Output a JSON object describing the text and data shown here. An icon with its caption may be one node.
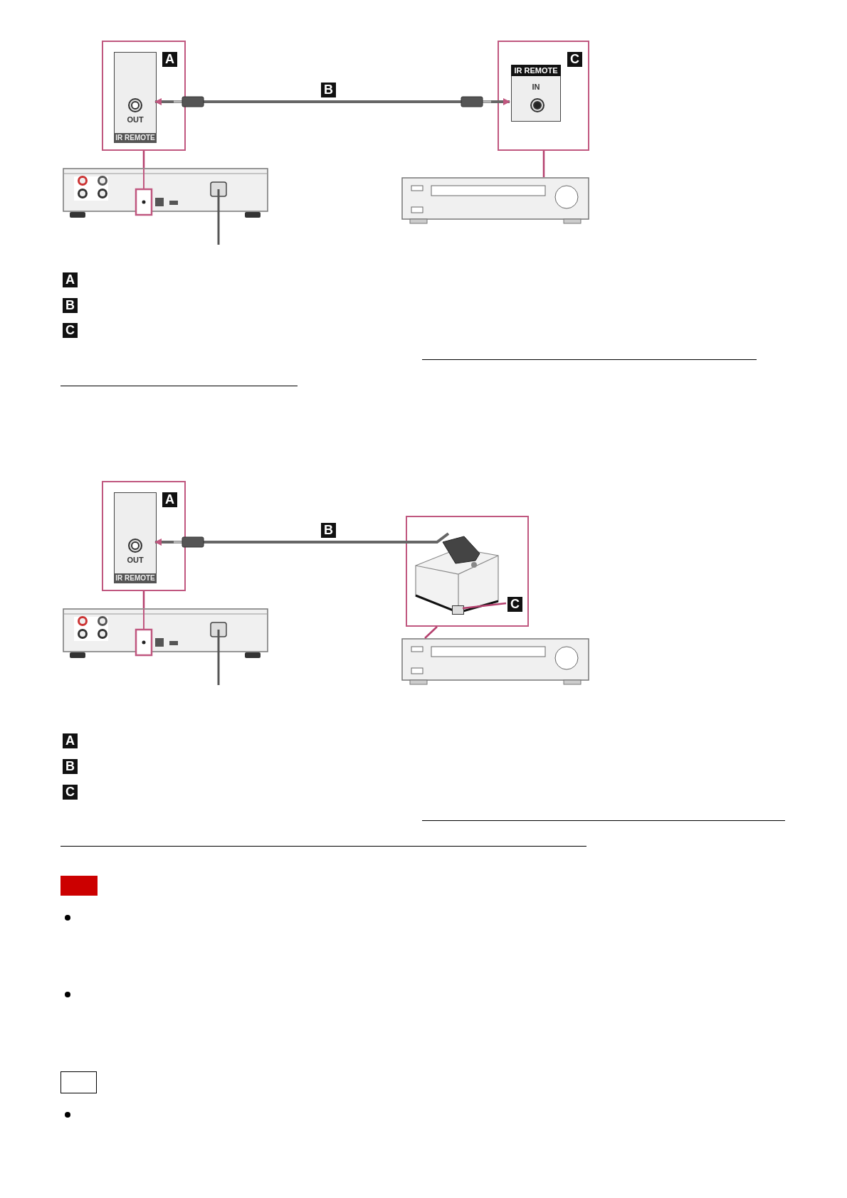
{
  "diagram": {
    "nodes": [
      {
        "text": [],
        "shape": "box"
      },
      {
        "text": [
          "A"
        ],
        "in": 0
      },
      {
        "text": [
          "OUT",
          "IR REMOTE"
        ],
        "in": 0
      },
      {
        "text": [],
        "shape": "box"
      },
      {
        "text": [],
        "shape": "box"
      },
      {
        "text": [
          "C"
        ],
        "in": 4
      },
      {
        "text": [
          "IR REMOTE",
          "IN"
        ],
        "in": 4
      },
      {
        "text": [],
        "shape": "box"
      },
      {
        "text": [],
        "shape": "box"
      },
      {
        "text": [
          "A"
        ],
        "in": 8
      },
      {
        "text": [
          "OUT",
          "IR REMOTE"
        ],
        "in": 8
      },
      {
        "text": [],
        "shape": "box"
      },
      {
        "text": [],
        "shape": "box"
      },
      {
        "text": [],
        "shape": "box",
        "in": 12
      },
      {
        "text": [
          "C"
        ],
        "in": 12
      },
      {
        "text": [],
        "shape": "box",
        "in": 12
      },
      {
        "text": [],
        "shape": "box"
      },
      {
        "text": [
          "B"
        ]
      },
      {
        "text": [
          "A"
        ]
      },
      {
        "text": [
          "B"
        ]
      },
      {
        "text": [
          "C"
        ]
      },
      {
        "text": [
          "B"
        ]
      },
      {
        "text": [
          "A"
        ]
      },
      {
        "text": [
          "B"
        ]
      },
      {
        "text": [
          "C"
        ]
      }
    ],
    "edges": [
      {
        "from": 2,
        "to": 6,
        "arrow": "both",
        "color": "#666666"
      },
      {
        "from": 0,
        "to": 3,
        "arrow": "none"
      },
      {
        "from": 4,
        "to": 7,
        "arrow": "none"
      },
      {
        "from": 13,
        "to": 10,
        "arrow": "to",
        "color": "#666666"
      },
      {
        "from": 8,
        "to": 11,
        "arrow": "none"
      },
      {
        "from": 14,
        "to": 15,
        "arrow": "none"
      },
      {
        "from": 12,
        "to": 16,
        "arrow": "none"
      }
    ]
  }
}
